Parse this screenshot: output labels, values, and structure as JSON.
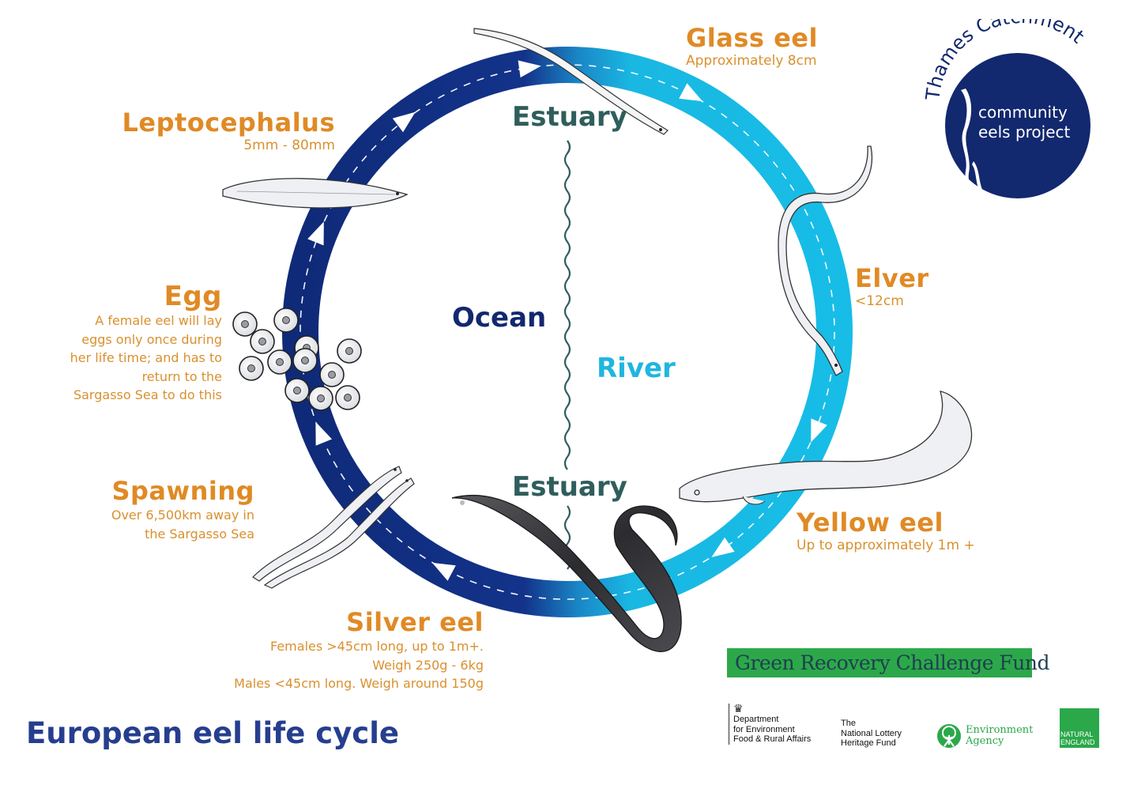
{
  "title": "European eel life cycle",
  "colors": {
    "ocean_blue": "#0f2a78",
    "river_cyan": "#19b8e3",
    "label_orange": "#e08a25",
    "estuary_teal": "#2f5e5c",
    "title_blue": "#263e8e",
    "logo_navy": "#12286f",
    "green": "#2ca84a"
  },
  "regions": {
    "ocean": "Ocean",
    "river": "River",
    "estuary_top": "Estuary",
    "estuary_bottom": "Estuary"
  },
  "stages": {
    "glass_eel": {
      "title": "Glass eel",
      "desc": [
        "Approximately 8cm"
      ]
    },
    "elver": {
      "title": "Elver",
      "desc": [
        "<12cm"
      ]
    },
    "yellow_eel": {
      "title": "Yellow eel",
      "desc": [
        "Up to approximately 1m +"
      ]
    },
    "silver_eel": {
      "title": "Silver eel",
      "desc": [
        "Females  >45cm long, up to 1m+.",
        "Weigh 250g - 6kg",
        "Males <45cm long. Weigh around 150g"
      ]
    },
    "spawning": {
      "title": "Spawning",
      "desc": [
        "Over 6,500km away in",
        "the Sargasso Sea"
      ]
    },
    "egg": {
      "title": "Egg",
      "desc": [
        "A female eel will lay",
        "eggs only once during",
        "her life time; and has to",
        "return to the",
        "Sargasso Sea to do this"
      ]
    },
    "leptocephalus": {
      "title": "Leptocephalus",
      "desc": [
        "5mm - 80mm"
      ]
    }
  },
  "project_logo": {
    "arc_text": "Thames Catchment",
    "line1": "community",
    "line2": "eels project"
  },
  "funders": {
    "grcf": "Green Recovery Challenge Fund",
    "defra": [
      "Department",
      "for Environment",
      "Food & Rural Affairs"
    ],
    "lottery": [
      "The",
      "National Lottery",
      "Heritage Fund"
    ],
    "environment_agency": [
      "Environment",
      "Agency"
    ],
    "natural_england": [
      "NATURAL",
      "ENGLAND"
    ]
  }
}
